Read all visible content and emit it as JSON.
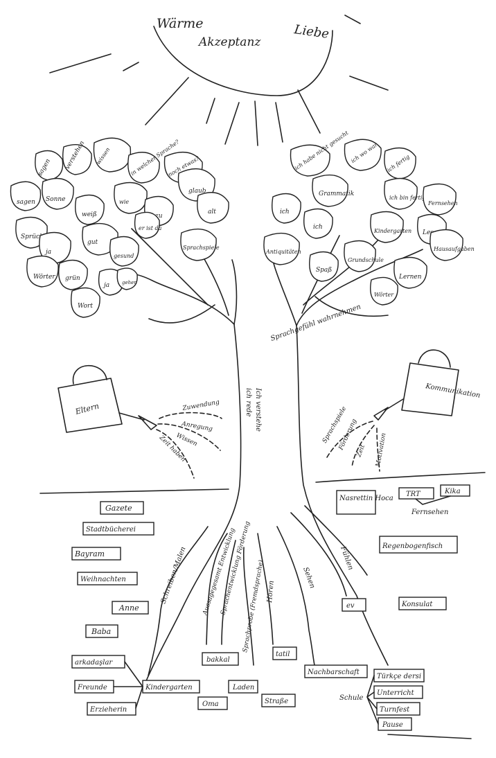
{
  "sun": {
    "words": [
      "Wärme",
      "Akzeptanz",
      "Liebe"
    ]
  },
  "left_leaves": [
    "sagen",
    "verstehen",
    "wissen",
    "in welcher Sprache?",
    "noch etwas?",
    "sagen",
    "Sonne",
    "weiß",
    "wie",
    "zu",
    "glaub",
    "alt",
    "gut",
    "gesund",
    "Sprachspiele",
    "Sprüche",
    "ja",
    "Wörter",
    "grün",
    "ja",
    "Wort",
    "gehen",
    "er ist da"
  ],
  "right_leaves": [
    "ich habe nicht gesucht",
    "ich wo war",
    "ich fertig",
    "Grammatik",
    "ich bin fertig",
    "Fernsehen",
    "ich",
    "Kindergarten",
    "Lesen",
    "Antiquitäten",
    "Grundschule",
    "Hausaufgaben",
    "ich",
    "Lernen",
    "Wörter",
    "Spaß"
  ],
  "trunk_label": "Sprachgefühl wahrnehmen",
  "trunk_words": [
    "Ich verstehe",
    "ich rede"
  ],
  "left_can": {
    "label": "Eltern",
    "streams": [
      "Zuwendung",
      "Anregung",
      "Wissen",
      "Zeit haben"
    ]
  },
  "right_can": {
    "label": "Kommunikation",
    "streams": [
      "Sprachspiele",
      "Förderung",
      "Zeit",
      "Motivation"
    ]
  },
  "roots": [
    "Schreiben/Malen",
    "Aussagegesamt Entwicklung",
    "Sprachentwicklung Förderung",
    "Sprachprobe (Fremdsprache)",
    "Hören",
    "Sehen",
    "Fühlen"
  ],
  "left_boxes": [
    "Gazete",
    "Stadtbücherei",
    "Bayram",
    "Weihnachten",
    "Anne",
    "Baba",
    "arkadaşlar",
    "Freunde",
    "Erzieherin",
    "Kindergarten"
  ],
  "bottom_boxes": [
    "bakkal",
    "Oma",
    "Laden",
    "Straße",
    "tatil",
    "Nachbarschaft"
  ],
  "right_boxes": [
    "Nasrettin Hoca",
    "TRT",
    "Kika",
    "Regenbogenfisch",
    "ev",
    "Konsulat",
    "Türkçe dersi",
    "Unterricht",
    "Turnfest",
    "Pause"
  ],
  "right_misc": {
    "tv_label": "Fernsehen",
    "school_label": "Schule"
  }
}
